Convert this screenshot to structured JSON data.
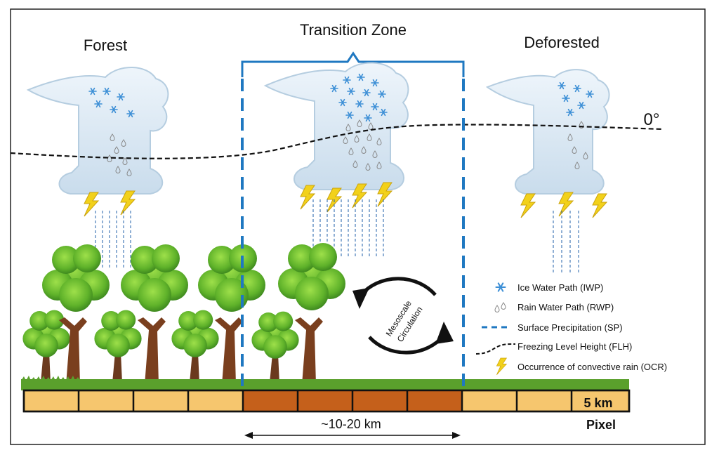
{
  "regions": {
    "forest": "Forest",
    "transition": "Transition Zone",
    "deforested": "Deforested"
  },
  "freezing_label": "0°",
  "circulation_label_line1": "Mesoscale",
  "circulation_label_line2": "Circulation",
  "scale": {
    "distance_label": "~10-20 km",
    "pixel_size_label": "5 km",
    "pixel_label": "Pixel"
  },
  "legend": [
    {
      "icon": "snowflake-icon",
      "label": "Ice Water Path (IWP)"
    },
    {
      "icon": "raindrop-icon",
      "label": "Rain Water Path (RWP)"
    },
    {
      "icon": "dashed-line-icon",
      "label": "Surface Precipitation (SP)"
    },
    {
      "icon": "wavy-dashed-line-icon",
      "label": "Freezing Level Height (FLH)"
    },
    {
      "icon": "lightning-icon",
      "label": "Occurrence of convective rain (OCR)"
    }
  ],
  "colors": {
    "zone_blue": "#1f78c1",
    "cloud": "#dcebf7",
    "ice": "#3d8fd6",
    "lightning": "#f2d11b",
    "grass": "#5aa02c",
    "tree_leaf": "#6cbf2a",
    "trunk": "#6b3a1e",
    "bar_light": "#f6c66e",
    "bar_dark": "#c5601b"
  }
}
